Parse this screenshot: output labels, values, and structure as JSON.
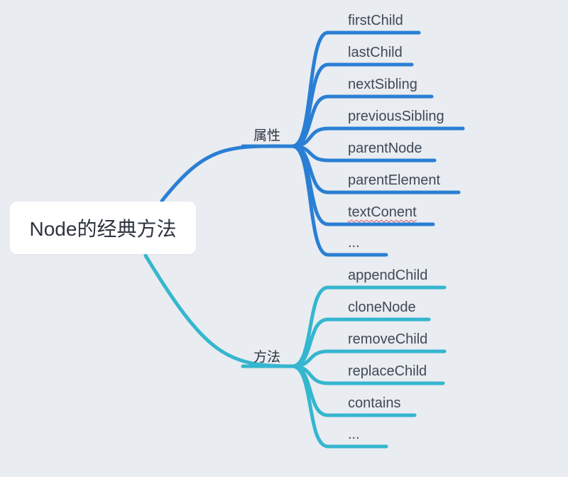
{
  "root": {
    "label": "Node的经典方法"
  },
  "branches": [
    {
      "label": "属性",
      "color": "#2a7fd4",
      "children": [
        "firstChild",
        "lastChild",
        "nextSibling",
        "previousSibling",
        "parentNode",
        "parentElement",
        "textConent",
        "..."
      ],
      "spellcheck_flag_on": "textConent"
    },
    {
      "label": "方法",
      "color": "#35b6cf",
      "children": [
        "appendChild",
        "cloneNode",
        "removeChild",
        "replaceChild",
        "contains",
        "..."
      ]
    }
  ]
}
